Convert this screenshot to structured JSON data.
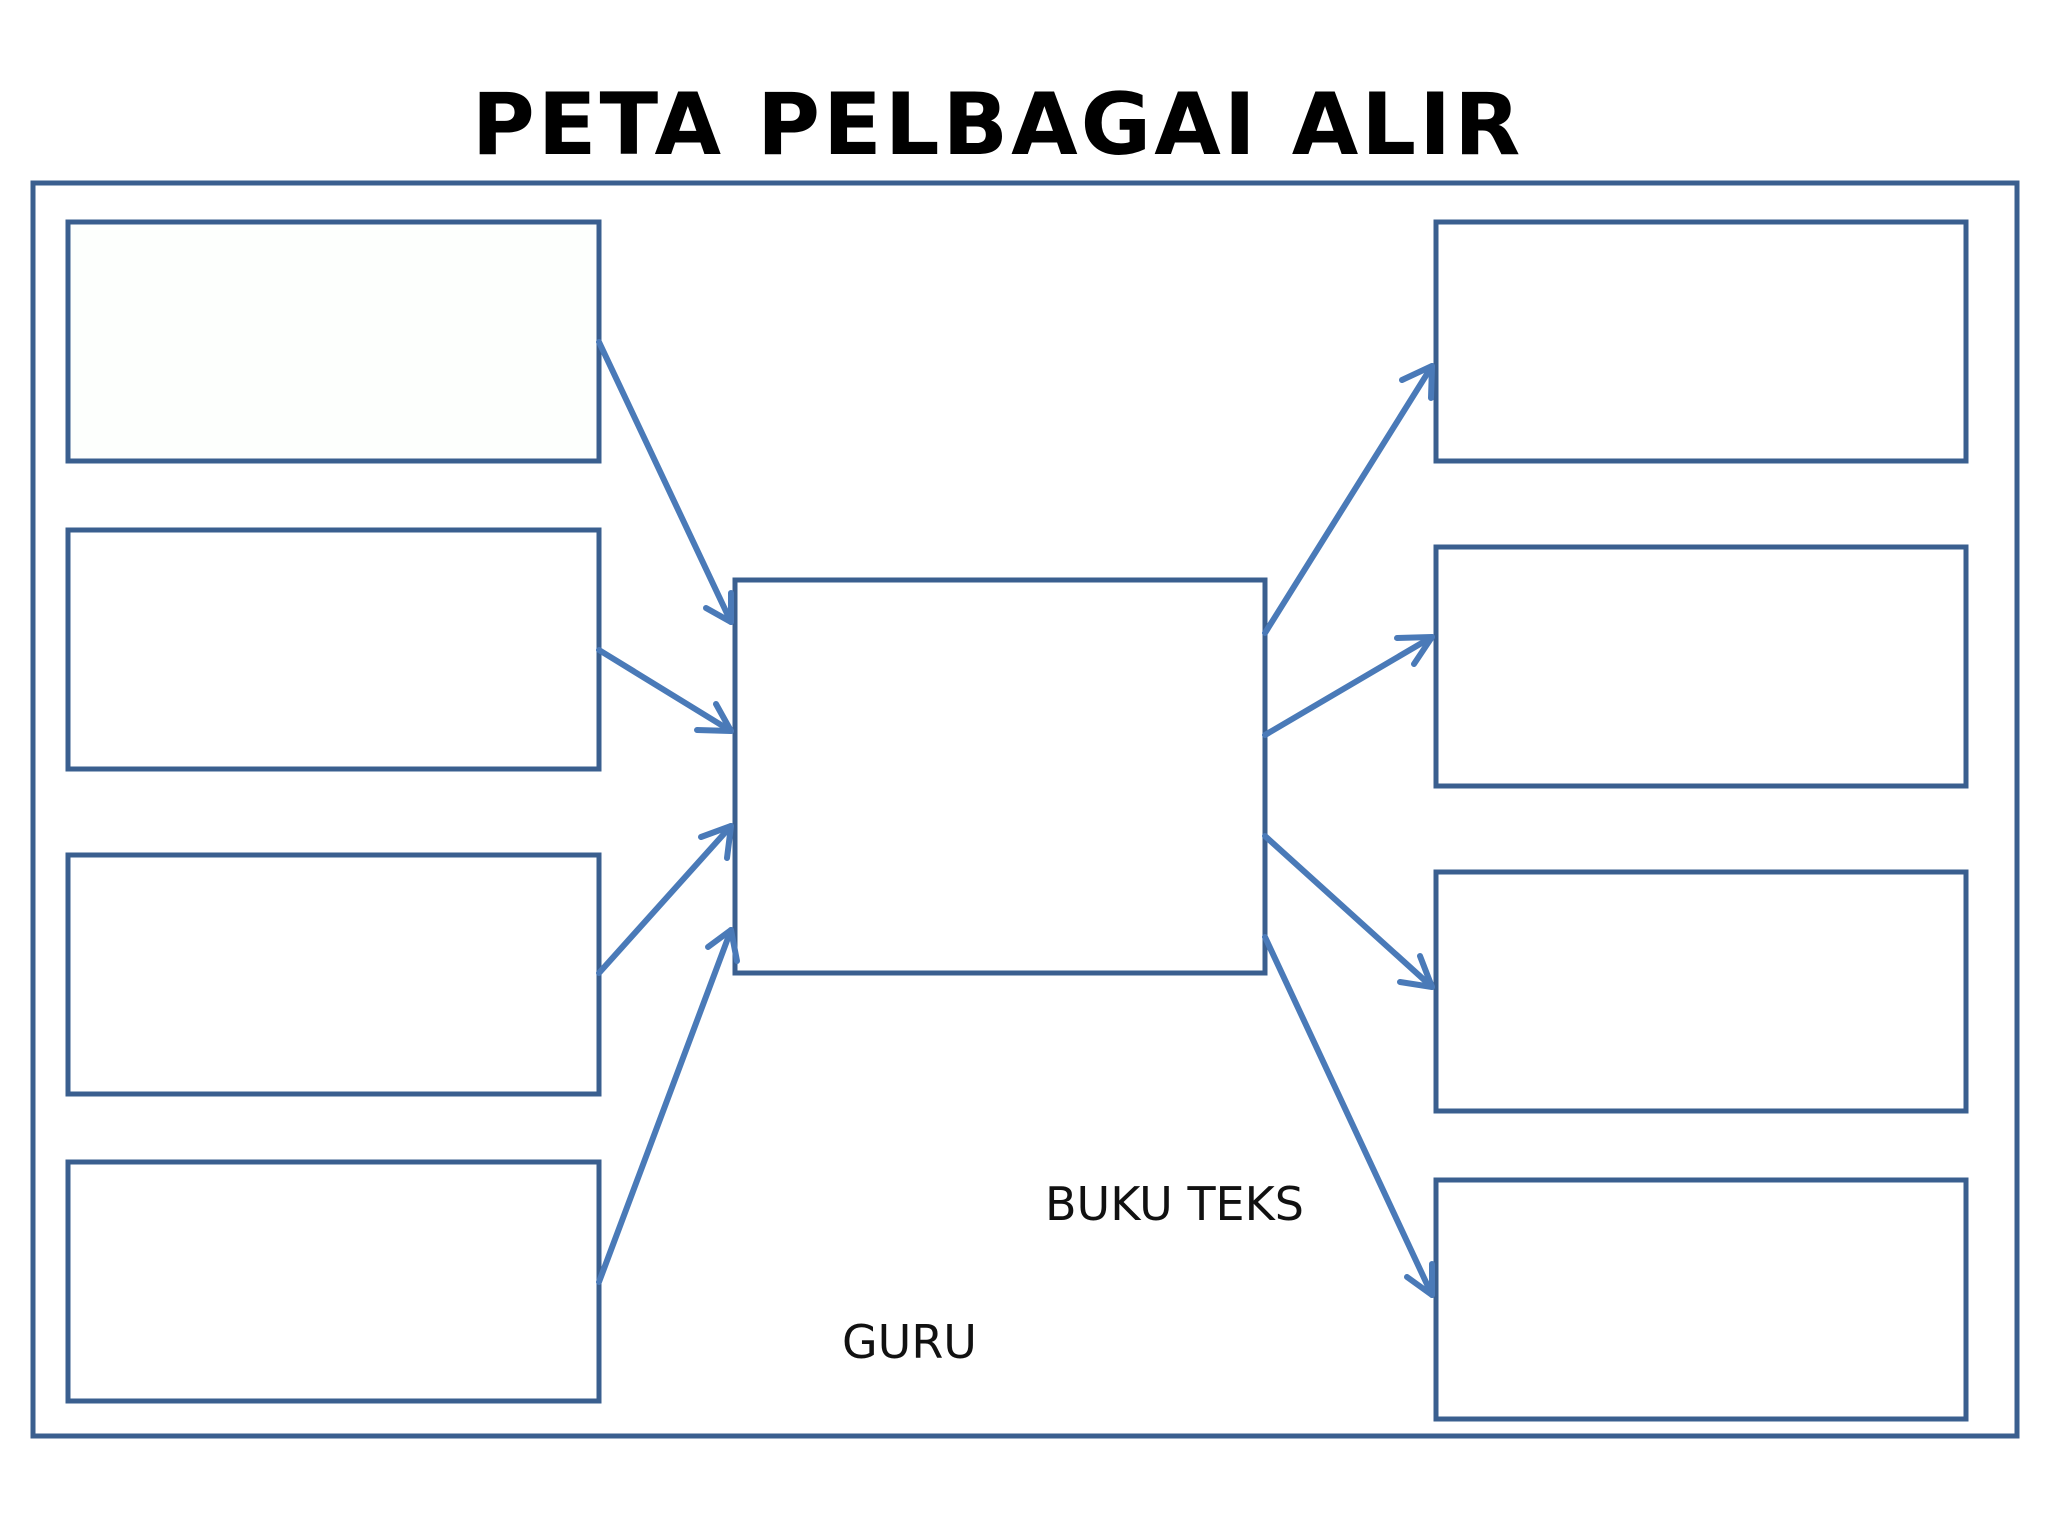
{
  "title": "PETA PELBAGAI ALIR",
  "colors": {
    "box_stroke": "#3a5f8f",
    "arrow": "#4a7ab8",
    "title": "#000000",
    "label": "#111111"
  },
  "diagram": {
    "type": "multi-flow map",
    "central_box": {
      "text": ""
    },
    "cause_boxes": [
      {
        "text": ""
      },
      {
        "text": ""
      },
      {
        "text": ""
      },
      {
        "text": ""
      }
    ],
    "effect_boxes": [
      {
        "text": ""
      },
      {
        "text": ""
      },
      {
        "text": ""
      },
      {
        "text": ""
      }
    ],
    "free_labels": [
      "BUKU TEKS",
      "GURU"
    ]
  }
}
